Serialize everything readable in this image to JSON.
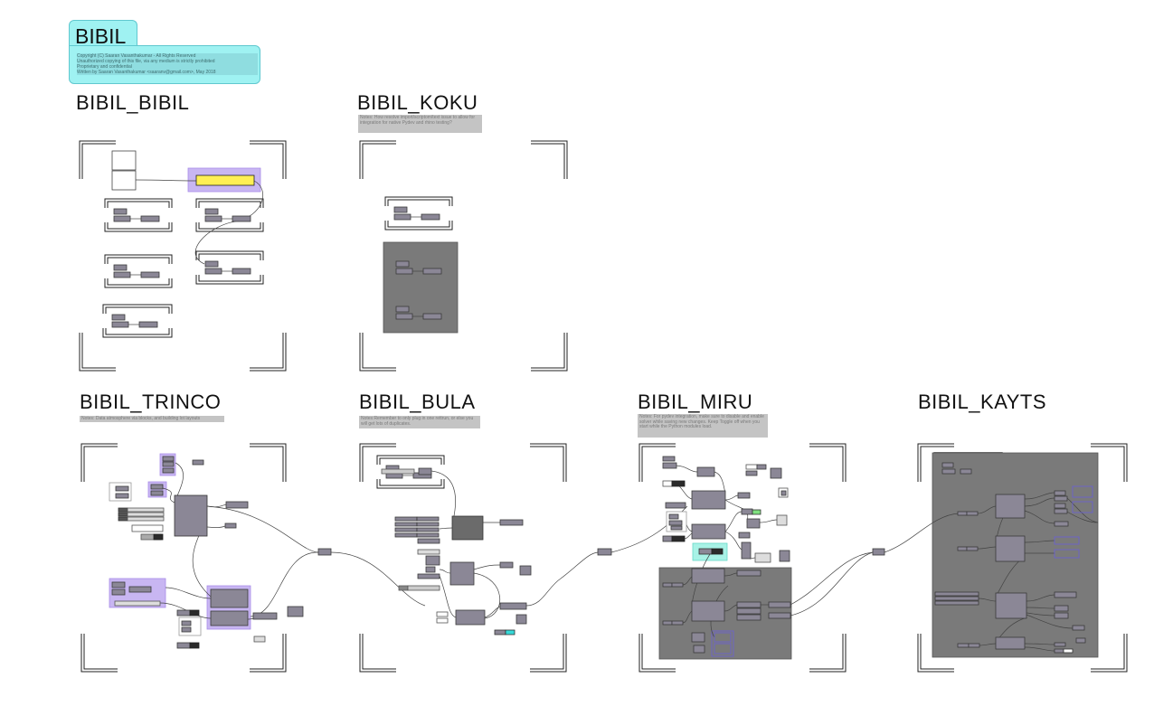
{
  "header": {
    "title": "BIBIL",
    "copyright_lines": [
      "Copyright (C) Saaran Vasanthakumar - All Rights Reserved",
      "Unauthorized copying of this file, via any medium is strictly prohibited",
      "Proprietary and confidential",
      "Written by Saaran Vasanthakumar <saaranv@gmail.com>, May 2018"
    ]
  },
  "groups": [
    {
      "label": "BIBIL_BIBIL",
      "note": ""
    },
    {
      "label": "BIBIL_KOKU",
      "note": "Notes: How resolve import/scriptom/text issue to allow for integration for native Pydev and rhino testing?"
    },
    {
      "label": "BIBIL_TRINCO",
      "note": "Notes: Data atmosphere via blocks, and building lot layouts"
    },
    {
      "label": "BIBIL_BULA",
      "note": "Notes:Remember to only plug in one rettrun, or else you will get lots of duplicates."
    },
    {
      "label": "BIBIL_MIRU",
      "note": "Notes: For pydev integration, make sure to disable and enable solver while saving new changes. Keep Toggle off when you start while the Python modules load."
    },
    {
      "label": "BIBIL_KAYTS",
      "note": ""
    }
  ],
  "colors": {
    "title_fill": "#9ff2f2",
    "component": "#8b8796",
    "component_dark": "#2b2b2b",
    "cluster_fill": "#7a7a7a",
    "highlight_purple": "#c8b6f2",
    "highlight_cyan": "#a8f2e6",
    "panel_yellow": "#ffef55",
    "toggle_green": "#7fe07f",
    "toggle_cyan": "#36d8d8",
    "wire": "#444444"
  }
}
